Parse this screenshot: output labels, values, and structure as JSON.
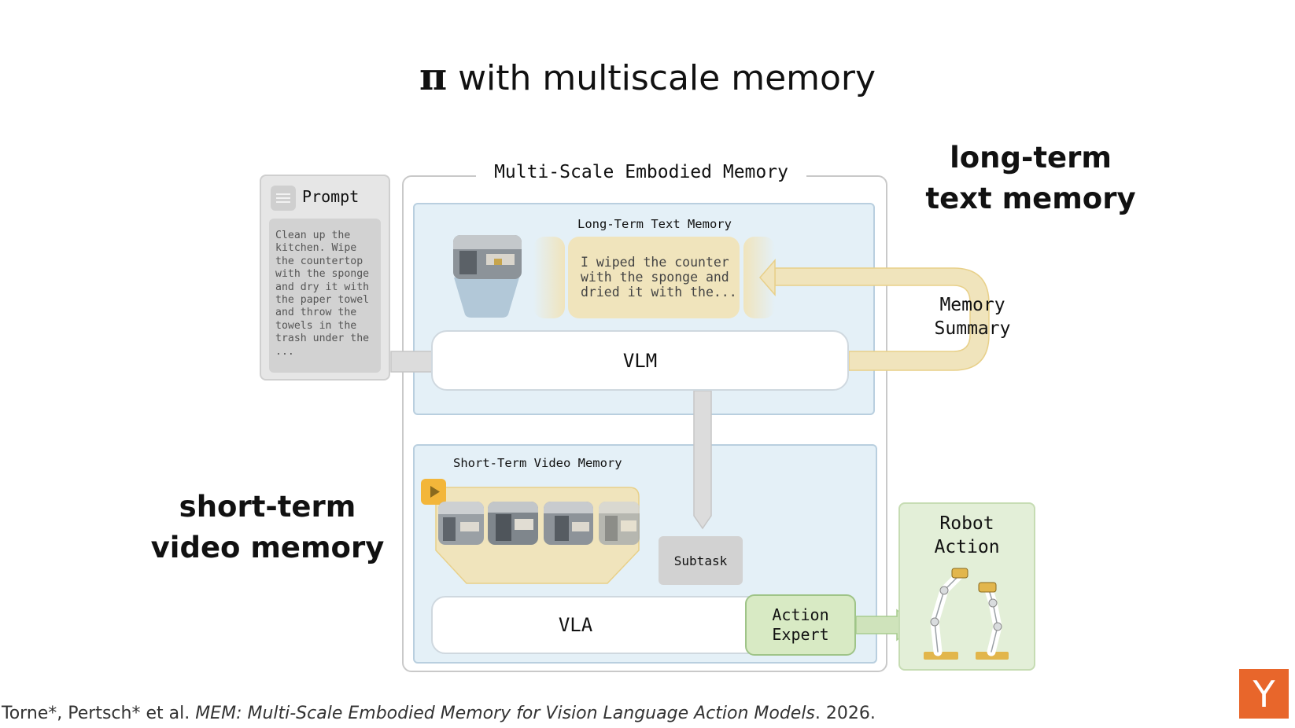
{
  "title": {
    "symbol": "π",
    "text": " with multiscale memory"
  },
  "labels": {
    "long_term": {
      "line1": "long-term",
      "line2": "text memory"
    },
    "short_term": {
      "line1": "short-term",
      "line2": "video memory"
    }
  },
  "prompt": {
    "title": "Prompt",
    "body": "Clean up the\nkitchen. Wipe\nthe countertop\nwith the sponge\nand dry it with\nthe paper towel\nand throw the\ntowels in the\ntrash under the\n..."
  },
  "diagram": {
    "outer_title": "Multi-Scale Embodied Memory",
    "ltm_title": "Long-Term Text Memory",
    "ltm_text": "I wiped the counter\nwith the sponge and\ndried it with the...",
    "vlm": "VLM",
    "memory_summary": {
      "line1": "Memory",
      "line2": "Summary"
    },
    "stm_title": "Short-Term Video Memory",
    "subtask": "Subtask",
    "vla": "VLA",
    "action_expert": {
      "line1": "Action",
      "line2": "Expert"
    },
    "robot_action": {
      "line1": "Robot",
      "line2": "Action"
    }
  },
  "citation": {
    "authors": "Torne*, Pertsch* et al. ",
    "paper": "MEM: Multi-Scale Embodied Memory for Vision Language Action Models",
    "year": ". 2026."
  },
  "logo": {
    "letter": "Y"
  },
  "colors": {
    "panel_blue": "#e4f0f7",
    "memory_yellow": "#f0e4bc",
    "expert_green": "#d8eac4",
    "yc_orange": "#e8662b"
  }
}
